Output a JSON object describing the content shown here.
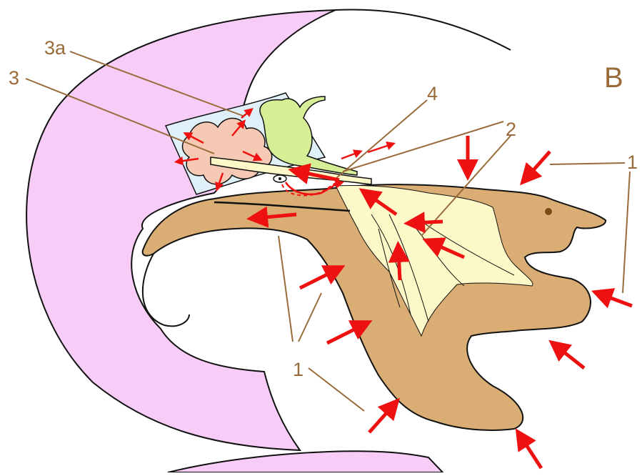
{
  "panel_letter": "B",
  "labels": {
    "l1": "1",
    "l2": "2",
    "l3": "3",
    "l3a": "3a",
    "l4": "4"
  },
  "colors": {
    "mantle_pink": "#f7cdf7",
    "body_tan": "#d9ad73",
    "nerve_cream": "#fdf8c8",
    "ganglion_green": "#d6ef96",
    "salmon": "#f6c9b4",
    "capsule_blue": "#dff0f8",
    "arrow_red": "#ee1111",
    "label_brown": "#9a6b3a"
  }
}
